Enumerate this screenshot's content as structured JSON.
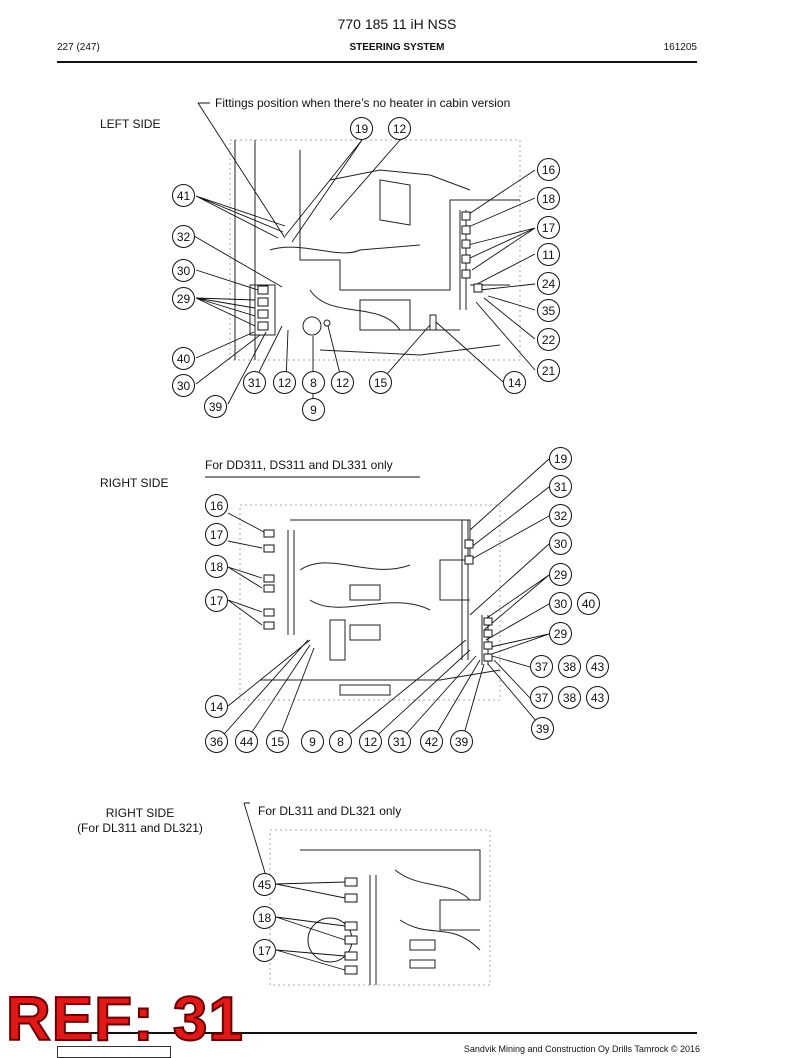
{
  "header": {
    "title": "770 185 11 iH NSS",
    "page": "227 (247)",
    "section": "STEERING SYSTEM",
    "date": "161205"
  },
  "views": {
    "left": {
      "label": "LEFT SIDE",
      "note": "Fittings position when there’s no heater in cabin version",
      "callouts": [
        "19",
        "12",
        "16",
        "41",
        "18",
        "17",
        "32",
        "11",
        "30",
        "24",
        "29",
        "35",
        "22",
        "40",
        "21",
        "30",
        "31",
        "12",
        "8",
        "12",
        "15",
        "14",
        "39",
        "9"
      ]
    },
    "right": {
      "label": "RIGHT SIDE",
      "note": "For DD311, DS311 and DL331 only",
      "callouts": [
        "19",
        "31",
        "16",
        "32",
        "17",
        "30",
        "18",
        "29",
        "17",
        "30",
        "40",
        "29",
        "37",
        "38",
        "43",
        "37",
        "38",
        "43",
        "14",
        "39",
        "36",
        "44",
        "15",
        "9",
        "8",
        "12",
        "31",
        "42",
        "39"
      ]
    },
    "right_dl": {
      "label_line1": "RIGHT SIDE",
      "label_line2": "(For DL311 and DL321)",
      "note": "For DL311 and DL321 only",
      "callouts": [
        "45",
        "18",
        "17"
      ]
    }
  },
  "stamp": "REF: 31",
  "footer": "Sandvik Mining and Construction Oy Drills Tamrock © 2016"
}
